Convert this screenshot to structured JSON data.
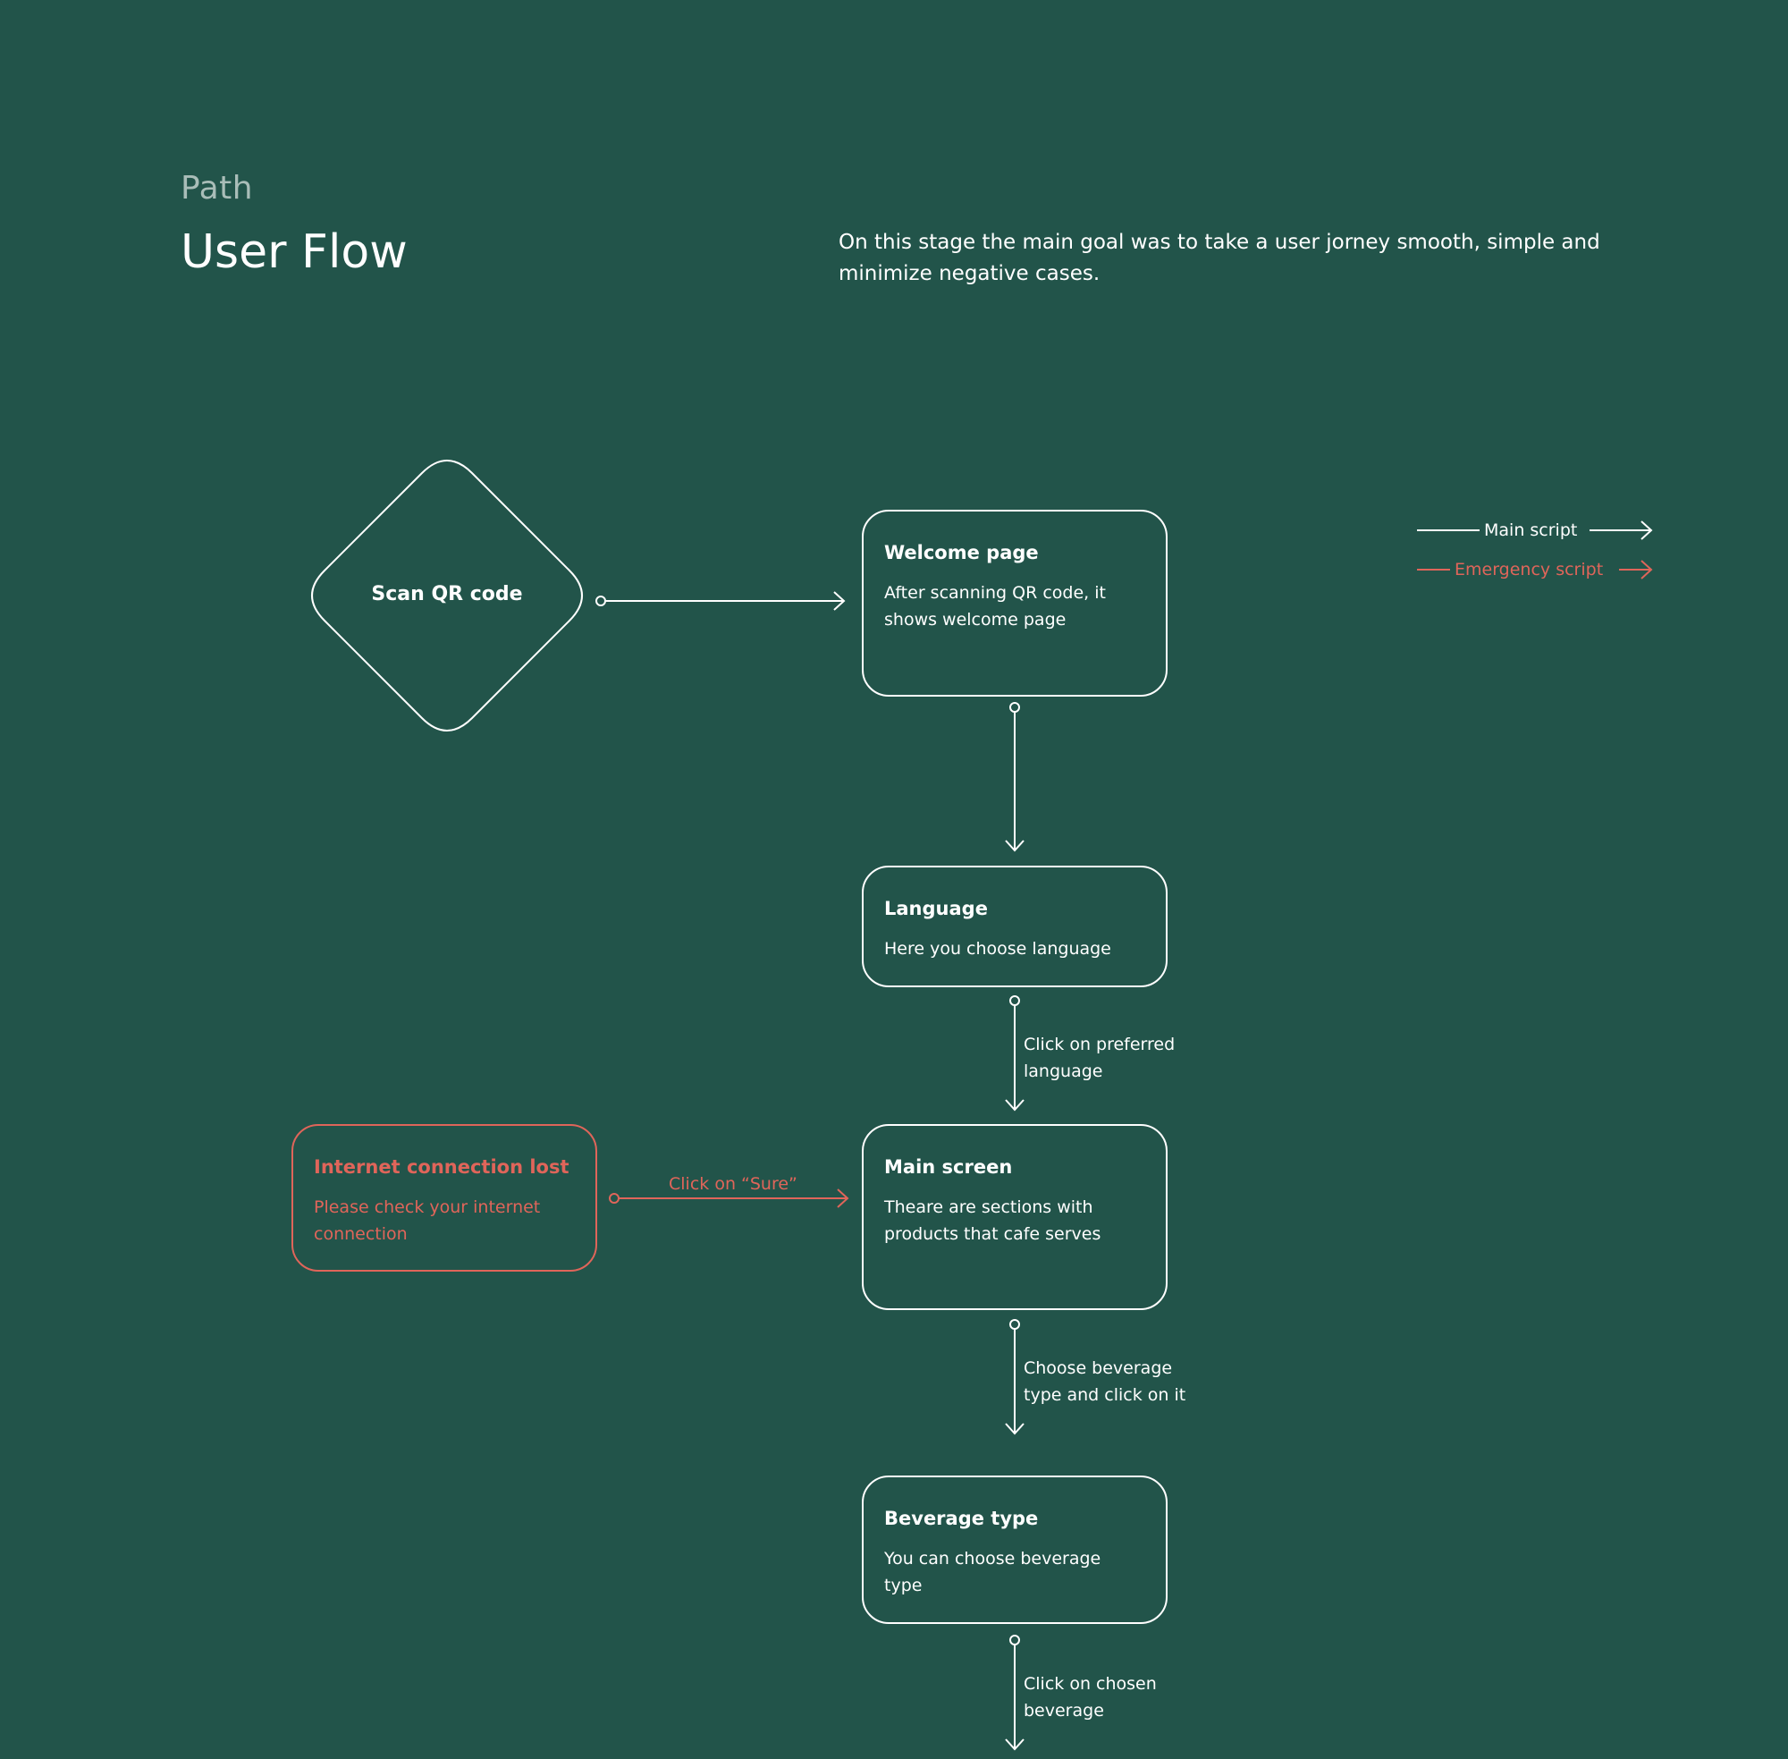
{
  "header": {
    "eyebrow": "Path",
    "title": "User Flow",
    "intro": "On this stage the main goal was to take a user jorney smooth, simple and minimize negative cases."
  },
  "legend": {
    "main": "Main script",
    "emergency": "Emergency script"
  },
  "nodes": {
    "scan": {
      "label": "Scan QR code"
    },
    "welcome": {
      "title": "Welcome page",
      "text": "After scanning QR code, it shows welcome page"
    },
    "language": {
      "title": "Language",
      "text": "Here you choose language"
    },
    "main_screen": {
      "title": "Main screen",
      "text": "Theare are sections with products that cafe serves"
    },
    "beverage_type": {
      "title": "Beverage type",
      "text": "You can choose beverage type"
    },
    "internet_lost": {
      "title": "Internet connection lost",
      "text": "Please check your internet connection"
    }
  },
  "edges": {
    "language_to_main": "Click on preferred language",
    "main_to_beverage": "Choose beverage type and click on it",
    "beverage_next": "Click on chosen beverage",
    "lost_to_main": "Click on “Sure”"
  },
  "colors": {
    "background": "#22544a",
    "main_stroke": "#ffffff",
    "emergency": "#e0655a",
    "eyebrow": "#a9bdb8"
  }
}
